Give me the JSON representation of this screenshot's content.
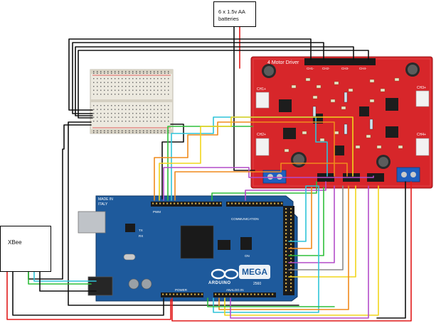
{
  "battery": {
    "line1": "6 x 1.5v AA",
    "line2": "batteries"
  },
  "xbee": {
    "label": "XBee"
  },
  "motor_driver": {
    "title": "4 Motor Driver",
    "ch_labels": [
      "CH1+",
      "CH2+",
      "CH3+",
      "CH4+"
    ],
    "pin_labels": [
      "CH1-",
      "CH2-",
      "CH3-",
      "CH4-"
    ]
  },
  "arduino": {
    "made_in": "MADE IN",
    "italy": "ITALY",
    "brand": "ARDUINO",
    "model": "MEGA",
    "model_number": "2560",
    "pwm": "PWM",
    "communication": "COMMUNICATION",
    "power": "POWER",
    "analog": "ANALOG IN",
    "tx": "TX",
    "rx": "RX",
    "on": "ON"
  },
  "colors": {
    "wire_black": "#111111",
    "wire_red": "#e11a1a",
    "wire_green": "#2fbf3a",
    "wire_cyan": "#2fc4d8",
    "wire_orange": "#f08a1c",
    "wire_yellow": "#f1d51c",
    "wire_purple": "#b44cc9",
    "wire_gray": "#8a8a8a",
    "board_blue": "#1e5a9c",
    "driver_red": "#d7262a"
  }
}
